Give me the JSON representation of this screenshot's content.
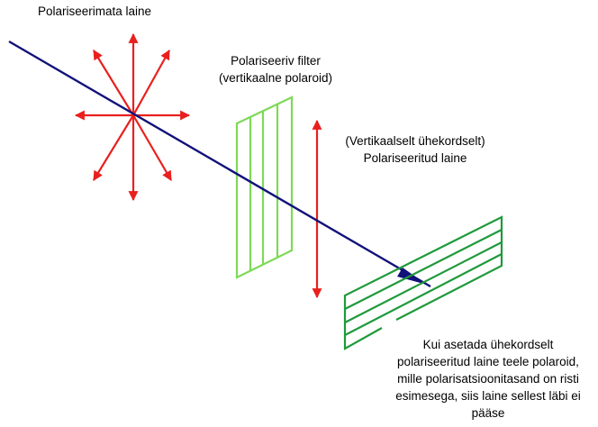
{
  "labels": {
    "unpolarized": "Polariseerimata laine",
    "filter_line1": "Polariseeriv filter",
    "filter_line2": "(vertikaalne polaroid)",
    "polarized_line1": "(Vertikaalselt ühekordselt)",
    "polarized_line2": "Polariseeritud laine",
    "note_line1": "Kui asetada ühekordselt",
    "note_line2": "polariseeritud laine teele polaroid,",
    "note_line3": "mille polarisatsioonitasand on risti",
    "note_line4": "esimesega, siis laine sellest läbi ei",
    "note_line5": "pääse"
  },
  "colors": {
    "wave": "#12127a",
    "vectors": "#e8201e",
    "filter_vertical": "#7ed957",
    "filter_horizontal": "#1f9a3c",
    "text": "#000000"
  }
}
